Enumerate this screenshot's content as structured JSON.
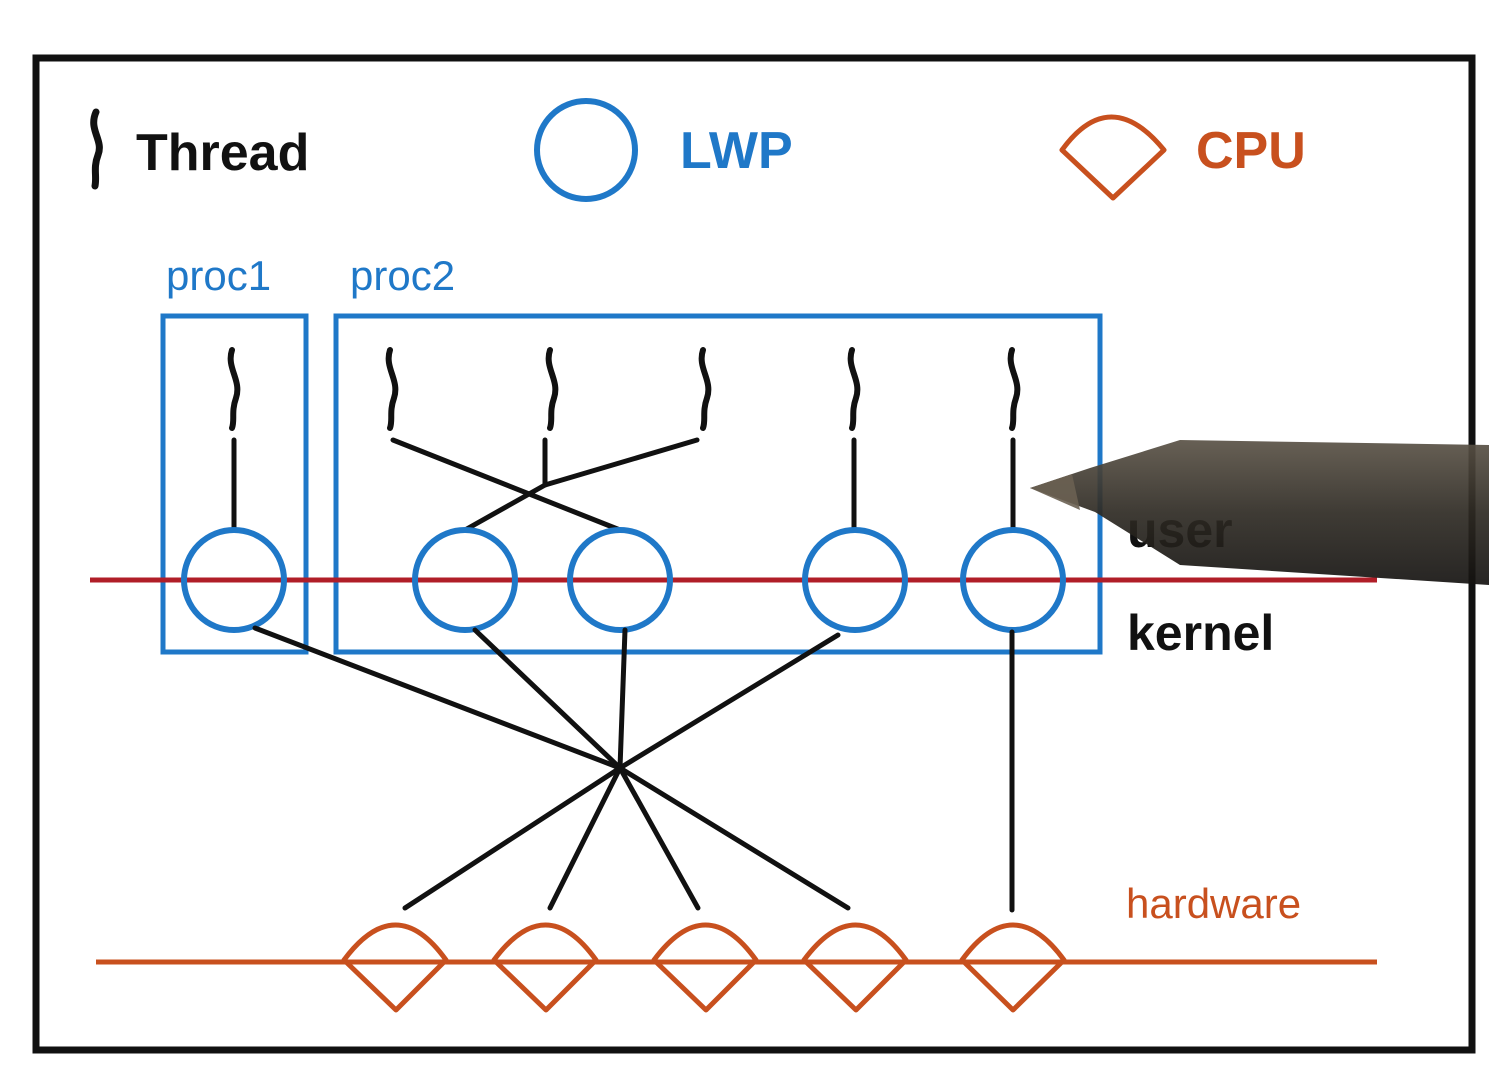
{
  "legend": {
    "thread_label": "Thread",
    "lwp_label": "LWP",
    "cpu_label": "CPU"
  },
  "processes": {
    "proc1_label": "proc1",
    "proc2_label": "proc2"
  },
  "layers": {
    "user_label": "user",
    "kernel_label": "kernel",
    "hardware_label": "hardware"
  },
  "colors": {
    "frame": "#111111",
    "lwp_blue": "#1f78c8",
    "cpu_orange": "#c8501e",
    "boundary_red": "#b01e28",
    "link": "#111111",
    "pen": "#2f2a22"
  },
  "icons": {
    "thread": "thread-squiggle-icon",
    "lwp": "lwp-circle-icon",
    "cpu": "cpu-diamond-icon",
    "pen": "stylus-pen-icon"
  },
  "counts": {
    "threads": 6,
    "lwps": 5,
    "cpus": 5
  }
}
